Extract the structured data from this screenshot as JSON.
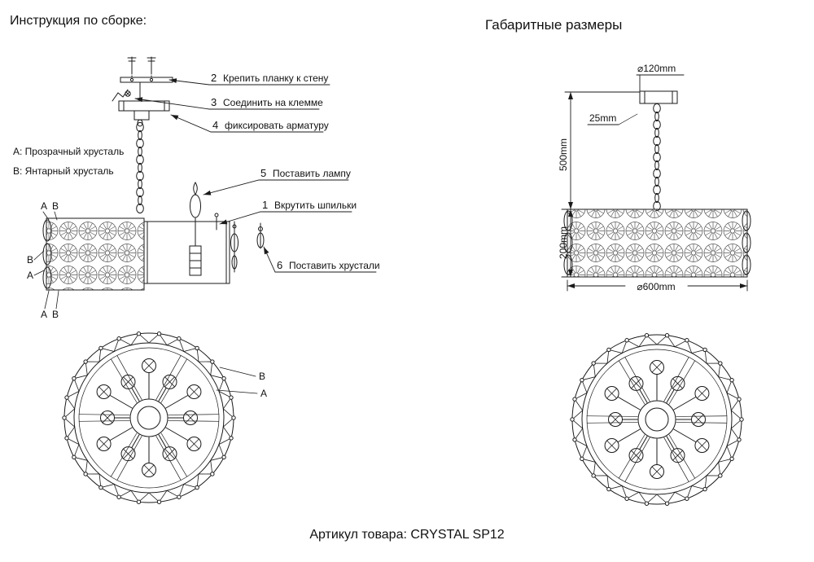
{
  "titles": {
    "assembly": "Инструкция по сборке:",
    "dimensions": "Габаритные размеры",
    "article": "Артикул товара: CRYSTAL SP12"
  },
  "legend": {
    "clear": "А:  Прозрачный хрусталь",
    "amber": "В:  Янтарный хрусталь"
  },
  "marks": {
    "a": "А",
    "b": "В"
  },
  "callouts": [
    {
      "num": "2",
      "text": "Крепить планку к стену"
    },
    {
      "num": "3",
      "text": "Соединить на клемме"
    },
    {
      "num": "4",
      "text": "фиксировать арматуру"
    },
    {
      "num": "5",
      "text": "Поставить лампу"
    },
    {
      "num": "1",
      "text": "Вкрутить шпильки"
    },
    {
      "num": "6",
      "text": "Поставить хрустали"
    }
  ],
  "dimensions": {
    "canopy_diameter": "⌀120mm",
    "canopy_height": "25mm",
    "chain_height": "500mm",
    "shade_height": "200mm",
    "shade_diameter": "⌀600mm"
  }
}
